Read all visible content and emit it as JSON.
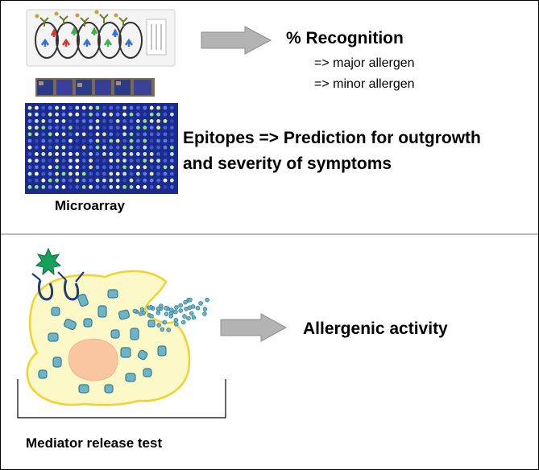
{
  "top_panel": {
    "recognition_title": "% Recognition",
    "recognition_items": [
      "=> major allergen",
      "=> minor allergen"
    ],
    "epitopes_line1": "Epitopes => Prediction for outgrowth",
    "epitopes_line2": "and severity of symptoms",
    "microarray_label": "Microarray"
  },
  "bottom_panel": {
    "activity_label": "Allergenic activity",
    "assay_label": "Mediator release test"
  },
  "colors": {
    "arrow_gray": "#b3b3b3",
    "cell_fill": "#fdf8c7",
    "cell_outline": "#f2d22e",
    "nucleus": "#f9c6a1",
    "granule": "#6fb3c4",
    "receptor": "#1f3e7a",
    "allergen_star": "#16a05a",
    "divider": "#a6a6a6"
  },
  "icons": {
    "chip": "microarray-slide-icon",
    "allergen": "allergen-star-icon",
    "arrow": "right-arrow-icon"
  }
}
